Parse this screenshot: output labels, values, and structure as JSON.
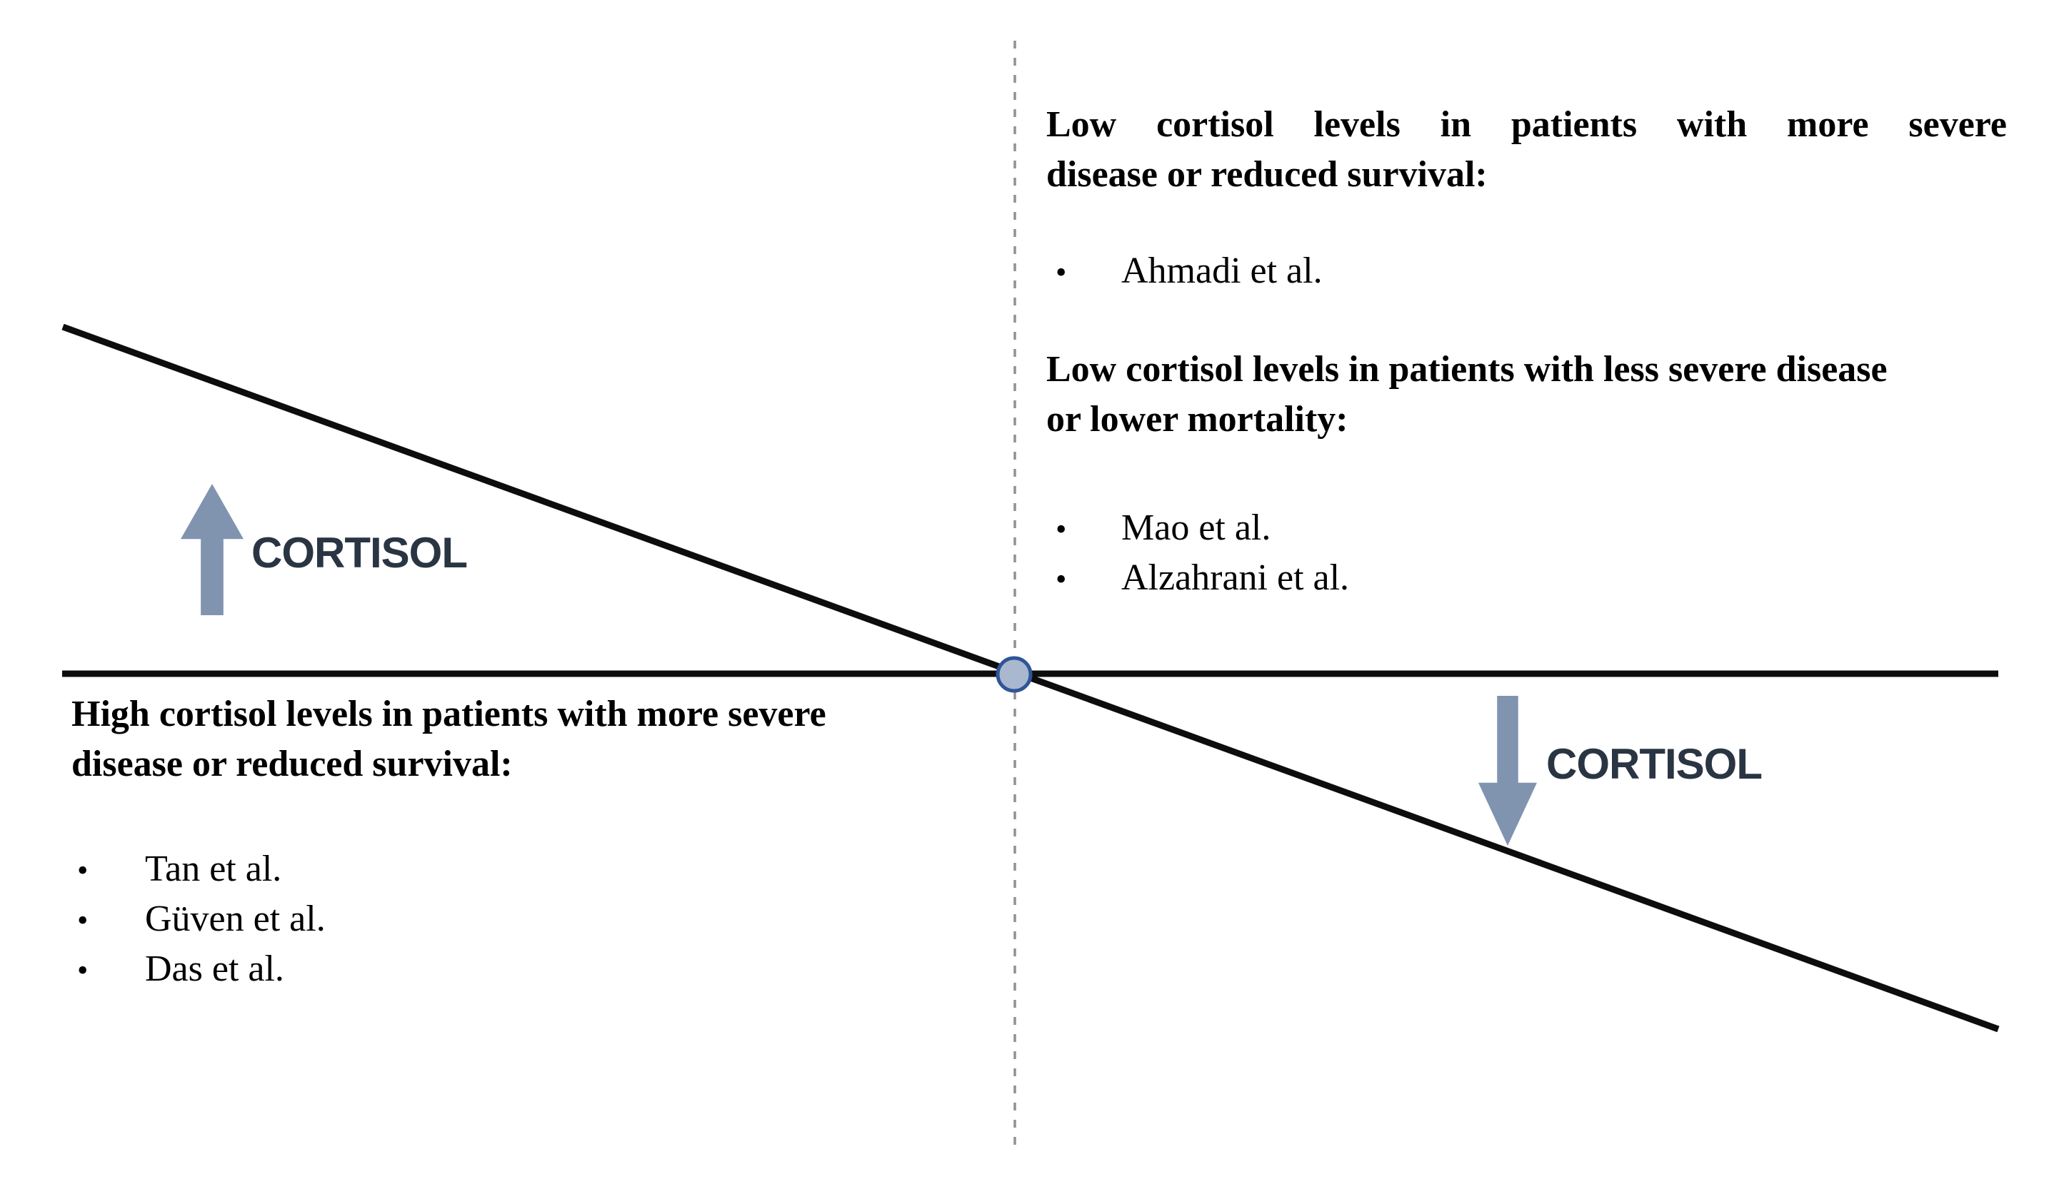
{
  "colors": {
    "background": "#ffffff",
    "line": "#0d0d0d",
    "dashed_divider": "#909090",
    "arrow": "#8094B0",
    "dot_fill": "#A9B8CE",
    "dot_border": "#2F5597",
    "label_text": "#2A3543",
    "body_text": "#000000"
  },
  "labels": {
    "cortisol_up": "CORTISOL",
    "cortisol_down": "CORTISOL",
    "bullet_char": "•"
  },
  "blocks": {
    "low_more_severe": {
      "heading_line1": "Low cortisol levels in patients with more severe",
      "heading_line2": "disease or reduced survival:",
      "bullets": [
        "Ahmadi et al."
      ]
    },
    "low_less_severe": {
      "heading_line1": "Low cortisol levels in patients with less severe disease",
      "heading_line2": "or lower mortality:",
      "bullets": [
        "Mao et al.",
        "Alzahrani et al."
      ]
    },
    "high_more_severe": {
      "heading_line1": "High cortisol levels in patients with more severe",
      "heading_line2": "disease or reduced survival:",
      "bullets": [
        "Tan et al.",
        "Güven et al.",
        "Das et al."
      ]
    }
  }
}
